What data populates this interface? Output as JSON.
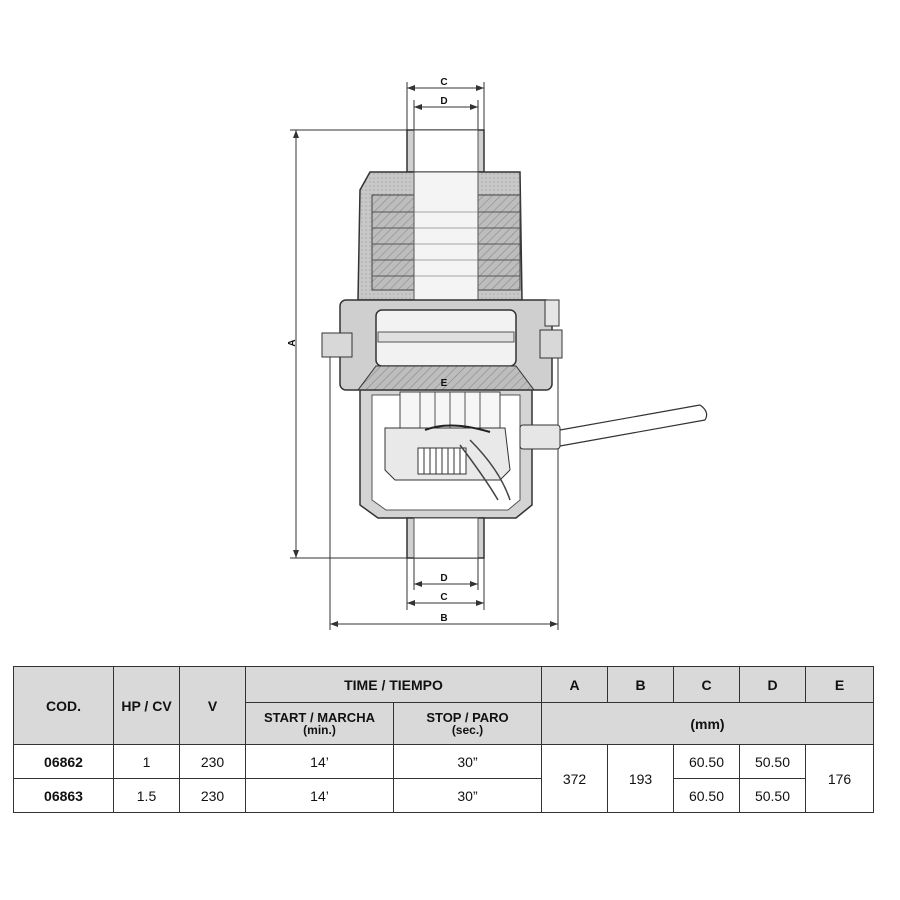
{
  "drawing": {
    "labels": {
      "a": "A",
      "b": "B",
      "c_top": "C",
      "d_top": "D",
      "c_bottom": "C",
      "d_bottom": "D",
      "e": "E"
    },
    "fill_color": "#c8c8c8",
    "line_color": "#333333"
  },
  "table": {
    "headers": {
      "cod": "COD.",
      "hp": "HP / CV",
      "v": "V",
      "time": "TIME / TIEMPO",
      "start": "START / MARCHA",
      "start_unit": "(min.)",
      "stop": "STOP / PARO",
      "stop_unit": "(sec.)",
      "a": "A",
      "b": "B",
      "c": "C",
      "d": "D",
      "e": "E",
      "mm": "(mm)"
    },
    "rows": [
      {
        "cod": "06862",
        "hp": "1",
        "v": "230",
        "start": "14’",
        "stop": "30”",
        "c": "60.50",
        "d": "50.50"
      },
      {
        "cod": "06863",
        "hp": "1.5",
        "v": "230",
        "start": "14’",
        "stop": "30”",
        "c": "60.50",
        "d": "50.50"
      }
    ],
    "shared": {
      "a": "372",
      "b": "193",
      "e": "176"
    },
    "header_bg": "#d9d9d9"
  }
}
